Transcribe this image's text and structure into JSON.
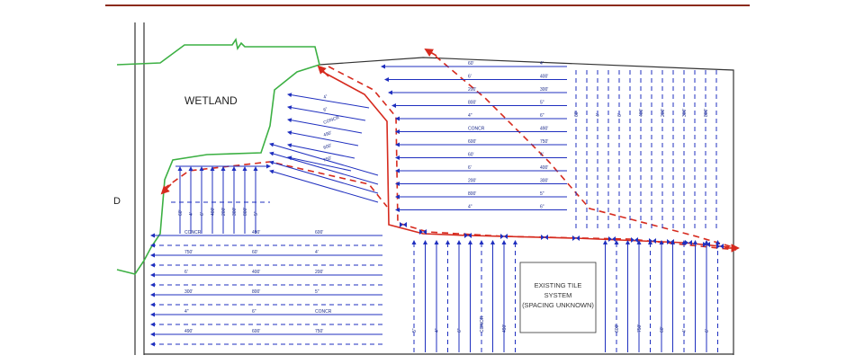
{
  "diagram": {
    "colors": {
      "header_rule": "#8b2a1c",
      "boundary": "#333333",
      "wetland_line": "#3cb043",
      "tile_line": "#1f2fbf",
      "main_line": "#d62a1e",
      "text": "#222222"
    },
    "labels": {
      "wetland": "WETLAND",
      "left_edge_char": "D",
      "existing_line1": "EXISTING TILE",
      "existing_line2": "SYSTEM",
      "existing_line3": "(SPACING UNKNOWN)"
    },
    "tiny_labels": [
      "60'",
      "4'",
      "6'",
      "400'",
      "200'",
      "300'",
      "800'",
      "5\"",
      "4\"",
      "6\"",
      "CONCR",
      "490'",
      "600'",
      "750'"
    ],
    "icons": [
      "tile-flow-arrow-icon",
      "outlet-arrow-icon",
      "bowtie-junction-icon"
    ]
  }
}
